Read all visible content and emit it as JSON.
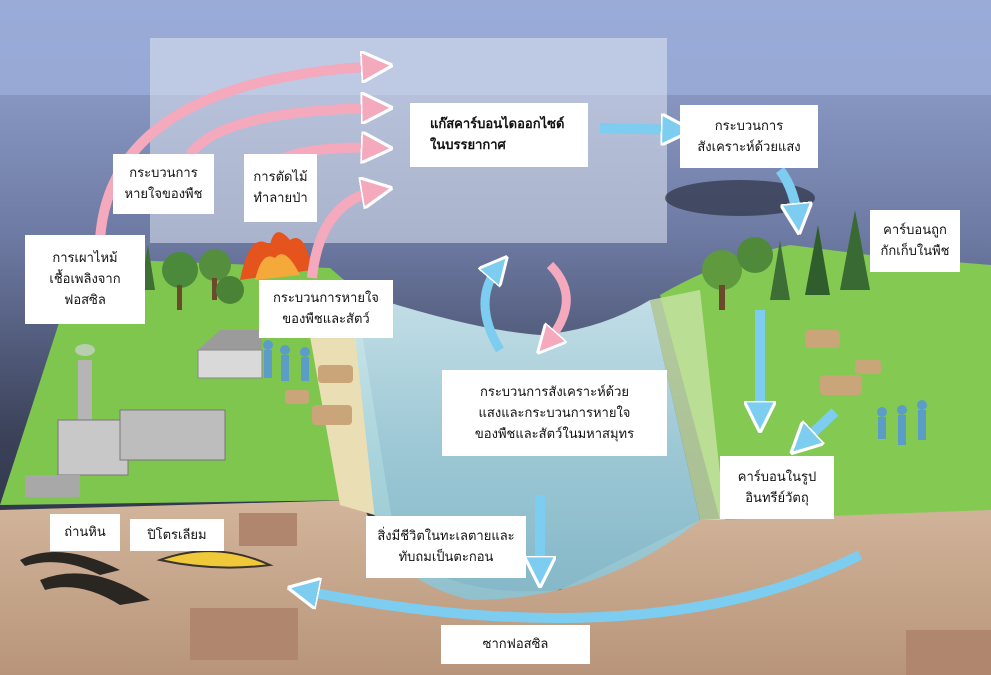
{
  "labels": {
    "co2_atmosphere": "แก๊สคาร์บอนไดออกไซด์\nในบรรยากาศ",
    "photosynthesis": "กระบวนการ\nสังเคราะห์ด้วยแสง",
    "plant_respiration": "กระบวนการ\nหายใจของพืช",
    "deforestation": "การตัดไม้\nทำลายป่า",
    "fossil_burning": "การเผาไหม้\nเชื้อเพลิงจาก\nฟอสซิล",
    "plant_animal_respiration": "กระบวนการหายใจ\nของพืชและสัตว์",
    "carbon_in_plants": "คาร์บอนถูก\nกักเก็บในพืช",
    "ocean_processes": "กระบวนการสังเคราะห์ด้วย\nแสงและกระบวนการหายใจ\nของพืชและสัตว์ในมหาสมุทร",
    "organic_carbon": "คาร์บอนในรูป\nอินทรีย์วัตถุ",
    "marine_deposit": "สิ่งมีชีวิตในทะเลตายและ\nทับถมเป็นตะกอน",
    "coal": "ถ่านหิน",
    "petroleum": "ปิโตรเลียม",
    "fossil_remains": "ซากฟอสซิล"
  },
  "colors": {
    "pink_arrow": "#f4a9bd",
    "blue_arrow": "#7ccdf0",
    "sky_top": "#95a7d3",
    "grass": "#7cc24e",
    "soil": "#c2a287",
    "water": "#a9d7e4"
  }
}
